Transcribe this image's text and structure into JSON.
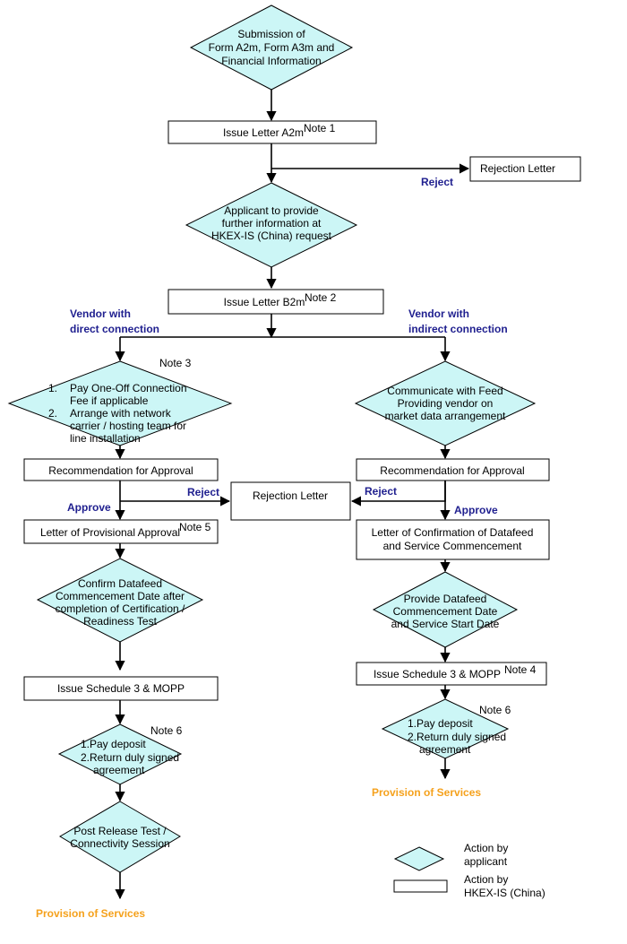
{
  "colors": {
    "diamond_fill": "#ccf6f6",
    "blue_label": "#1f1f8f",
    "orange_label": "#f5a11c",
    "stroke": "#000000"
  },
  "nodes": {
    "submission": {
      "lines": [
        "Submission of",
        "Form A2m, Form A3m and",
        "Financial Information"
      ]
    },
    "issue_a2m": {
      "text": "Issue Letter A2m",
      "note": "Note 1"
    },
    "rejection_top": {
      "text": "Rejection Letter"
    },
    "further_info": {
      "lines": [
        "Applicant to provide",
        "further information at",
        "HKEX-IS (China) request"
      ]
    },
    "issue_b2m": {
      "text": "Issue Letter B2m",
      "note": "Note 2"
    },
    "pay_one_off": {
      "note": "Note 3",
      "items": [
        {
          "num": "1.",
          "lines": [
            "Pay One-Off Connection",
            "Fee if applicable"
          ]
        },
        {
          "num": "2.",
          "lines": [
            "Arrange with  network",
            "carrier / hosting team for",
            "line installation"
          ]
        }
      ]
    },
    "communicate": {
      "lines": [
        "Communicate with Feed",
        "Providing vendor on",
        "market data arrangement"
      ]
    },
    "rec_left": {
      "text": "Recommendation for Approval"
    },
    "rec_right": {
      "text": "Recommendation for Approval"
    },
    "rejection_mid": {
      "text": "Rejection Letter"
    },
    "provisional": {
      "text": "Letter of Provisional Approval",
      "note": "Note 5"
    },
    "confirmation": {
      "lines": [
        "Letter of Confirmation of Datafeed",
        "and Service Commencement"
      ]
    },
    "confirm_date": {
      "lines": [
        "Confirm Datafeed",
        "Commencement Date after",
        "completion of Certification /",
        "Readiness Test"
      ]
    },
    "provide_date": {
      "lines": [
        "Provide Datafeed",
        "Commencement Date",
        "and Service Start Date"
      ]
    },
    "schedule_left": {
      "text": "Issue Schedule 3 & MOPP"
    },
    "schedule_right": {
      "text": "Issue Schedule 3 & MOPP",
      "note": "Note 4"
    },
    "deposit_left": {
      "note": "Note 6",
      "lines": [
        "1.Pay deposit",
        "2.Return duly signed",
        "agreement"
      ]
    },
    "deposit_right": {
      "note": "Note 6",
      "lines": [
        "1.Pay deposit",
        "2.Return duly signed",
        "agreement"
      ]
    },
    "post_release": {
      "lines": [
        "Post Release Test /",
        "Connectivity Session"
      ]
    }
  },
  "labels": {
    "reject_top": "Reject",
    "vendor_direct": [
      "Vendor with",
      "direct connection"
    ],
    "vendor_indirect": [
      "Vendor with",
      "indirect connection"
    ],
    "reject_left": "Reject",
    "reject_right": "Reject",
    "approve_left": "Approve",
    "approve_right": "Approve",
    "provision_left": "Provision of Services",
    "provision_right": "Provision of Services"
  },
  "legend": {
    "diamond": [
      "Action by",
      "applicant"
    ],
    "rect": [
      "Action by",
      "HKEX-IS (China)"
    ]
  }
}
